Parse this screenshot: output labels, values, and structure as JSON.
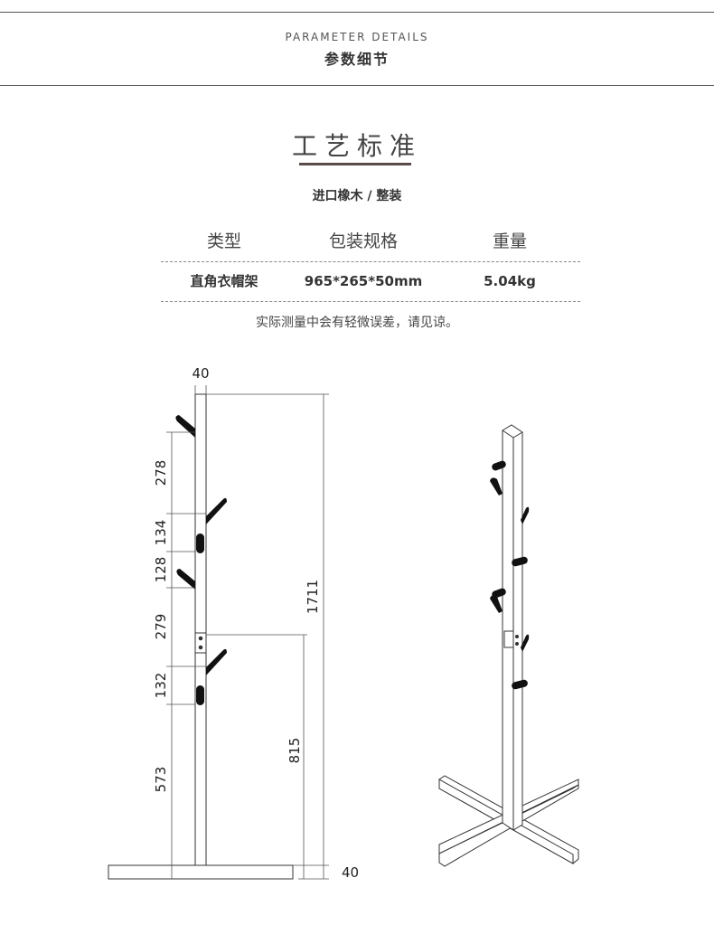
{
  "header": {
    "subtitle_en": "PARAMETER DETAILS",
    "subtitle_cn": "参数细节"
  },
  "craft": {
    "title": "工艺标准",
    "material": "进口橡木 / 整装"
  },
  "spec_table": {
    "headers": [
      "类型",
      "包装规格",
      "重量"
    ],
    "row": [
      "直角衣帽架",
      "965*265*50mm",
      "5.04kg"
    ]
  },
  "note": "实际测量中会有轻微误差，请见谅。",
  "dimensions": {
    "top_width": "40",
    "total_height": "1711",
    "hook_height": "815",
    "base_thickness": "40",
    "segments": [
      "278",
      "134",
      "128",
      "279",
      "132",
      "573"
    ]
  },
  "colors": {
    "line": "#555555",
    "accent_bar": "#5a4b4b",
    "hook": "#111111"
  }
}
